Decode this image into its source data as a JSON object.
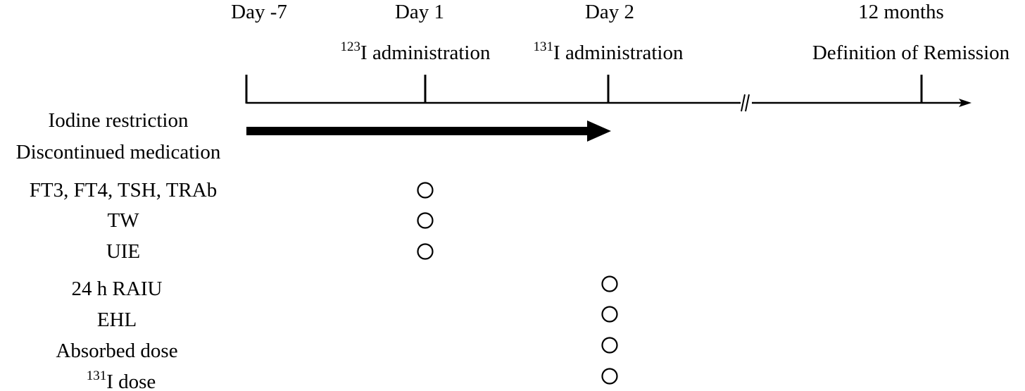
{
  "timeline": {
    "points": [
      {
        "label": "Day -7",
        "event_iso": "",
        "event": ""
      },
      {
        "label": "Day 1",
        "event_iso": "123",
        "event": "I administration"
      },
      {
        "label": "Day 2",
        "event_iso": "131",
        "event": "I administration"
      },
      {
        "label": "12 months",
        "event_iso": "",
        "event": "Definition of Remission"
      }
    ],
    "break_mark": "//"
  },
  "restriction": {
    "line1": "Iodine restriction",
    "line2": "Discontinued medication",
    "from": "Day -7",
    "to": "Day 2"
  },
  "measurements": [
    {
      "iso": "",
      "label": "FT3, FT4, TSH, TRAb",
      "day": "Day 1"
    },
    {
      "iso": "",
      "label": "TW",
      "day": "Day 1"
    },
    {
      "iso": "",
      "label": "UIE",
      "day": "Day 1"
    },
    {
      "iso": "",
      "label": "24 h RAIU",
      "day": "Day 2"
    },
    {
      "iso": "",
      "label": "EHL",
      "day": "Day 2"
    },
    {
      "iso": "",
      "label": "Absorbed dose",
      "day": "Day 2"
    },
    {
      "iso": "131",
      "label": "I dose",
      "day": "Day 2"
    }
  ],
  "marker_symbol": "circle",
  "colors": {
    "ink": "#000000",
    "background": "#ffffff"
  }
}
